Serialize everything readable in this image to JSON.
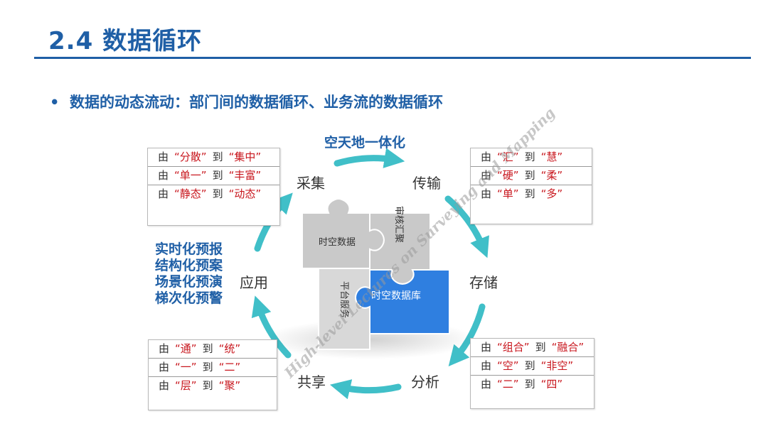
{
  "title": "2.4 数据循环",
  "bullet": {
    "marker": "•",
    "text": "数据的动态流动：部门间的数据循环、业务流的数据循环"
  },
  "cycle": {
    "top_label": "空天地一体化",
    "nodes": {
      "collect": "采集",
      "transfer": "传输",
      "store": "存储",
      "analyze": "分析",
      "share": "共享",
      "apply": "应用"
    },
    "arrow_color": "#40bfc8"
  },
  "left_list": [
    "实时化预报",
    "结构化预案",
    "场景化预演",
    "梯次化预警"
  ],
  "puzzle": {
    "piece_tl": "时空数据",
    "piece_tr": "审核汇聚",
    "piece_bl": "平台服务",
    "piece_br": "时空数据库",
    "gray": "#c9c9c9",
    "blue": "#2f7fe0"
  },
  "cards": {
    "top_left": [
      [
        "由",
        "“分散”",
        "到",
        "“集中”"
      ],
      [
        "由",
        "“单一”",
        "到",
        "“丰富”"
      ],
      [
        "由",
        "“静态”",
        "到",
        "“动态”"
      ]
    ],
    "top_right": [
      [
        "由",
        "“汇”",
        "到",
        "“慧”"
      ],
      [
        "由",
        "“硬”",
        "到",
        "“柔”"
      ],
      [
        "由",
        "“单”",
        "到",
        "“多”"
      ]
    ],
    "bottom_left": [
      [
        "由",
        "“通”",
        "到",
        "“统”"
      ],
      [
        "由",
        "“一”",
        "到",
        "“二”"
      ],
      [
        "由",
        "“层”",
        "到",
        "“聚”"
      ]
    ],
    "bottom_right": [
      [
        "由",
        "“组合”",
        "到",
        "“融合”"
      ],
      [
        "由",
        "“空”",
        "到",
        "“非空”"
      ],
      [
        "由",
        "“二”",
        "到",
        "“四”"
      ]
    ]
  },
  "watermark": "High-level Lectures on Surveying and Mapping",
  "colors": {
    "title": "#1f5fa6",
    "accent_red": "#c8161d"
  }
}
